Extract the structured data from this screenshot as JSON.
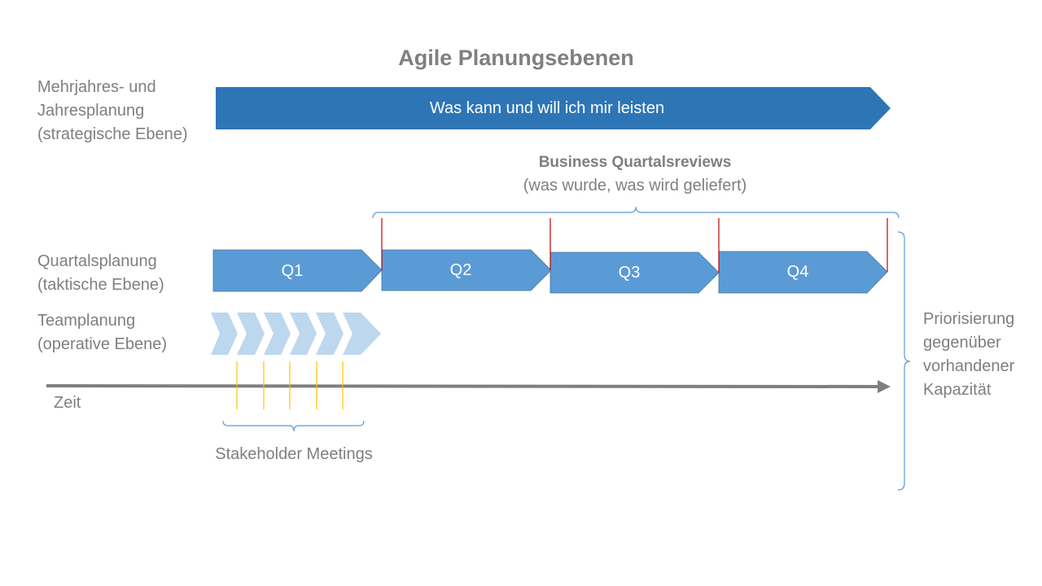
{
  "title": "Agile Planungsebenen",
  "levels": {
    "strategic": [
      "Mehrjahres- und",
      "Jahresplanung",
      "(strategische Ebene)"
    ],
    "tactical": [
      "Quartalsplanung",
      "(taktische Ebene)"
    ],
    "operational": [
      "Teamplanung",
      "(operative Ebene)"
    ]
  },
  "strategic_arrow_text": "Was kann und will ich mir leisten",
  "reviews": {
    "title": "Business Quartalsreviews",
    "subtitle": "(was wurde, was wird geliefert)"
  },
  "quarters": [
    "Q1",
    "Q2",
    "Q3",
    "Q4"
  ],
  "sprint_count": 6,
  "timeline_label": "Zeit",
  "stakeholder_label": "Stakeholder Meetings",
  "priorisierung": [
    "Priorisierung",
    "gegenüber",
    "vorhandener",
    "Kapazität"
  ],
  "colors": {
    "strategic": "#2e75b6",
    "quarter": "#5b9bd5",
    "sprint": "#bdd7ee",
    "text": "#7f7f7f",
    "axis": "#7f7f7f",
    "review_marker": "#c00000",
    "meeting_marker": "#ffc000",
    "brace": "#5b9bd5"
  }
}
